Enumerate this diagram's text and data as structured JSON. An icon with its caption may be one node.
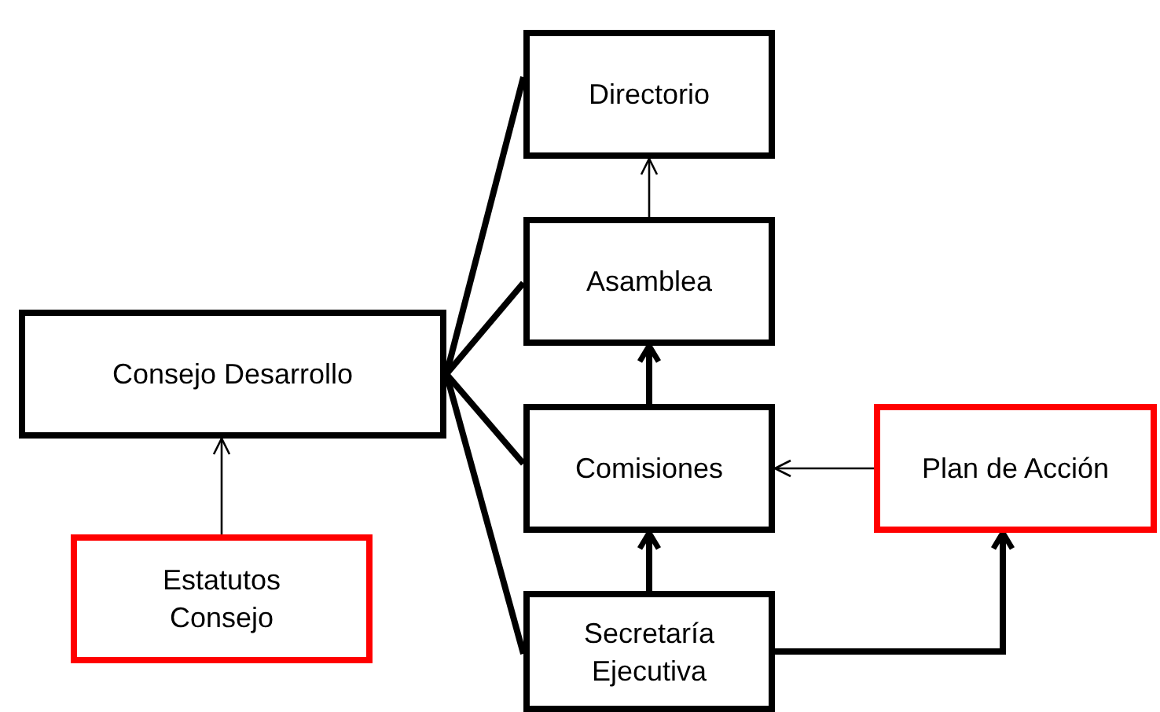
{
  "diagram": {
    "nodes": [
      {
        "text": [
          "Consejo Desarrollo"
        ]
      },
      {
        "text": [
          "Directorio"
        ]
      },
      {
        "text": [
          "Asamblea"
        ]
      },
      {
        "text": [
          "Comisiones"
        ]
      },
      {
        "text": [
          "Plan de Acción"
        ]
      },
      {
        "text": [
          "Estatutos Consejo"
        ]
      },
      {
        "text": [
          "Secretaría Ejecutiva"
        ]
      }
    ],
    "edges": [
      {
        "from": 0,
        "to": 1,
        "arrow": "none"
      },
      {
        "from": 0,
        "to": 2,
        "arrow": "none"
      },
      {
        "from": 0,
        "to": 3,
        "arrow": "none"
      },
      {
        "from": 0,
        "to": 6,
        "arrow": "none"
      },
      {
        "from": 2,
        "to": 1,
        "arrow": "to"
      },
      {
        "from": 3,
        "to": 2,
        "arrow": "to"
      },
      {
        "from": 6,
        "to": 3,
        "arrow": "to"
      },
      {
        "from": 4,
        "to": 3,
        "arrow": "to"
      },
      {
        "from": 5,
        "to": 0,
        "arrow": "to"
      },
      {
        "from": 6,
        "to": 4,
        "arrow": "to"
      }
    ]
  }
}
